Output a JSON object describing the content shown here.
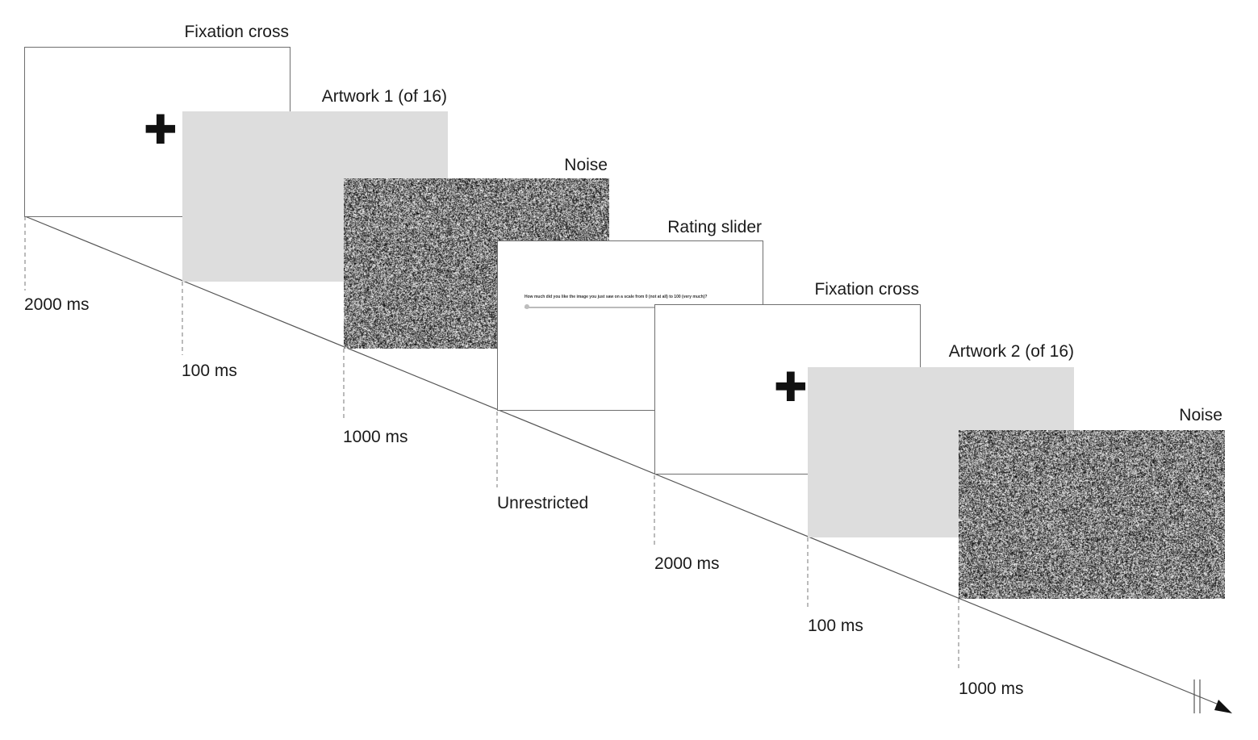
{
  "stages": [
    {
      "id": "fixation-1",
      "label": "Fixation cross",
      "duration": "2000 ms",
      "kind": "white",
      "cross_symbol": "✚"
    },
    {
      "id": "artwork-1",
      "label": "Artwork 1 (of 16)",
      "duration": "100 ms",
      "kind": "gray"
    },
    {
      "id": "noise-1",
      "label": "Noise",
      "duration": "1000 ms",
      "kind": "noise"
    },
    {
      "id": "rating-slider",
      "label": "Rating slider",
      "duration": "Unrestricted",
      "kind": "white",
      "question": "How much did you like the image you just saw on a scale from 0 (not at all) to 100 (very much)?"
    },
    {
      "id": "fixation-2",
      "label": "Fixation cross",
      "duration": "2000 ms",
      "kind": "white",
      "cross_symbol": "✚"
    },
    {
      "id": "artwork-2",
      "label": "Artwork 2 (of 16)",
      "duration": "100 ms",
      "kind": "gray"
    },
    {
      "id": "noise-2",
      "label": "Noise",
      "duration": "1000 ms",
      "kind": "noise"
    }
  ],
  "colors": {
    "frame_border": "#6f6f6f",
    "artwork_fill": "#dddddd",
    "line": "#555555",
    "text": "#1a1a1a"
  }
}
